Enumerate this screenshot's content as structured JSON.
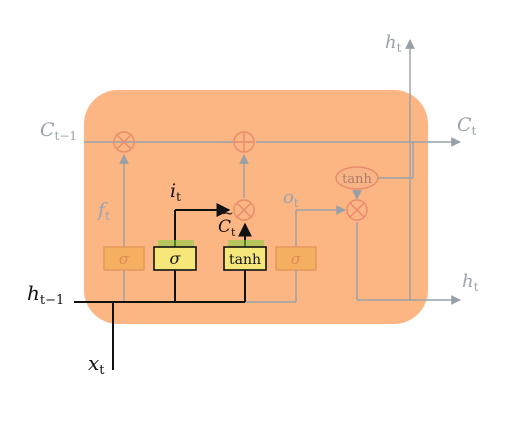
{
  "diagram": {
    "colors": {
      "cell_fill": "#fbb079",
      "faint_line": "#9aa0a8",
      "dark_line": "#111111",
      "gate_box_faint": "#f4b060",
      "gate_box_bright": "#f5e77a",
      "highlight": "#7fd23c",
      "op_faint": "#e98a6a"
    },
    "labels": {
      "h_t_top": "h",
      "h_t_top_sub": "t",
      "c_prev": "C",
      "c_prev_sub": "t−1",
      "c_t": "C",
      "c_t_sub": "t",
      "f_t": "f",
      "f_t_sub": "t",
      "i_t": "i",
      "i_t_sub": "t",
      "c_tilde": "C",
      "c_tilde_sub": "t",
      "o_t": "o",
      "o_t_sub": "t",
      "h_t_right": "h",
      "h_t_right_sub": "t",
      "h_prev": "h",
      "h_prev_sub": "t−1",
      "x_t": "x",
      "x_t_sub": "t"
    },
    "gates": {
      "forget": "σ",
      "input": "σ",
      "candidate": "tanh",
      "output": "σ",
      "tanh_op": "tanh"
    },
    "ops": {
      "times": "⊗",
      "plus": "⊕"
    }
  }
}
